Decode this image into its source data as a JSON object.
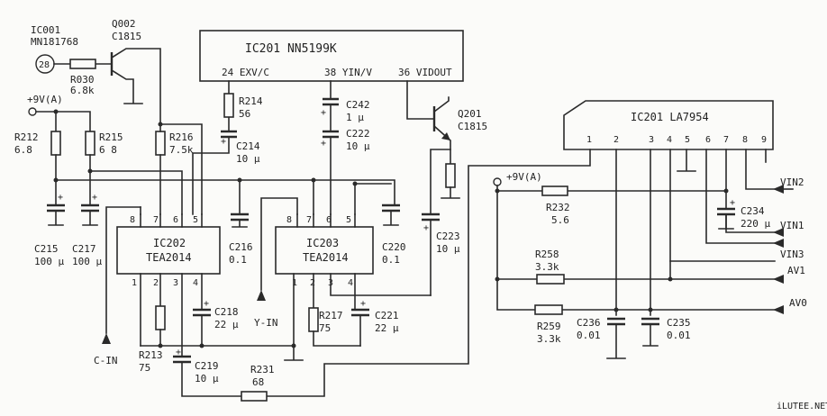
{
  "components": {
    "ic001": {
      "ref": "IC001",
      "part": "MN181768",
      "pin": "28"
    },
    "q002": {
      "ref": "Q002",
      "part": "C1815"
    },
    "r030": {
      "ref": "R030",
      "value": "6.8k"
    },
    "ic201a": {
      "title": "IC201 NN5199K",
      "pin24": "24 EXV/C",
      "pin38": "38 YIN/V",
      "pin36": "36 VIDOUT"
    },
    "r214": {
      "ref": "R214",
      "value": "56"
    },
    "c214": {
      "ref": "C214",
      "value": "10 μ"
    },
    "c242": {
      "ref": "C242",
      "value": "1 μ"
    },
    "c222": {
      "ref": "C222",
      "value": "10 μ"
    },
    "q201": {
      "ref": "Q201",
      "part": "C1815"
    },
    "supply1": {
      "label": "+9V(A)"
    },
    "r212": {
      "ref": "R212",
      "value": "6.8"
    },
    "r215": {
      "ref": "R215",
      "value": "6 8"
    },
    "r216": {
      "ref": "R216",
      "value": "7.5k"
    },
    "c215": {
      "ref": "C215",
      "value": "100 μ"
    },
    "c217": {
      "ref": "C217",
      "value": "100 μ"
    },
    "ic202": {
      "ref": "IC202",
      "part": "TEA2014",
      "pins_top": [
        "8",
        "7",
        "6",
        "5"
      ],
      "pins_bottom": [
        "1",
        "2",
        "3",
        "4"
      ]
    },
    "ic203": {
      "ref": "IC203",
      "part": "TEA2014",
      "pins_top": [
        "8",
        "7",
        "6",
        "5"
      ],
      "pins_bottom": [
        "1",
        "2",
        "3",
        "4"
      ]
    },
    "c216": {
      "ref": "C216",
      "value": "0.1"
    },
    "c220": {
      "ref": "C220",
      "value": "0.1"
    },
    "c223": {
      "ref": "C223",
      "value": "10 μ"
    },
    "c218": {
      "ref": "C218",
      "value": "22 μ"
    },
    "c221": {
      "ref": "C221",
      "value": "22 μ"
    },
    "r213": {
      "ref": "R213",
      "value": "75"
    },
    "r217": {
      "ref": "R217",
      "value": "75"
    },
    "c219": {
      "ref": "C219",
      "value": "10 μ"
    },
    "r231": {
      "ref": "R231",
      "value": "68"
    },
    "cin": {
      "label": "C-IN"
    },
    "yin": {
      "label": "Y-IN"
    },
    "ic201b": {
      "title": "IC201 LA7954",
      "pins": [
        "1",
        "2",
        "3",
        "4",
        "5",
        "6",
        "7",
        "8",
        "9"
      ]
    },
    "supply2": {
      "label": "+9V(A)"
    },
    "r232": {
      "ref": "R232",
      "value": "5.6"
    },
    "c234": {
      "ref": "C234",
      "value": "220 μ"
    },
    "r258": {
      "ref": "R258",
      "value": "3.3k"
    },
    "r259": {
      "ref": "R259",
      "value": "3.3k"
    },
    "c236": {
      "ref": "C236",
      "value": "0.01"
    },
    "c235": {
      "ref": "C235",
      "value": "0.01"
    },
    "vin2": {
      "label": "VIN2"
    },
    "vin1": {
      "label": "VIN1"
    },
    "vin3": {
      "label": "VIN3"
    },
    "av1": {
      "label": "AV1"
    },
    "av0": {
      "label": "AV0"
    }
  },
  "watermark": "iLUTEE.NET"
}
